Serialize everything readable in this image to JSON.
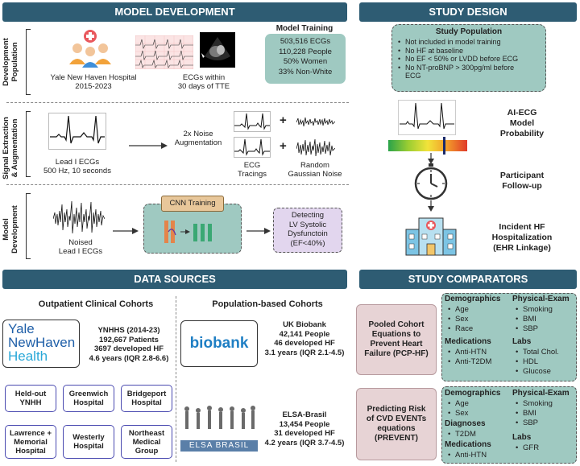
{
  "headers": {
    "model_development": "MODEL DEVELOPMENT",
    "study_design": "STUDY DESIGN",
    "data_sources": "DATA SOURCES",
    "study_comparators": "STUDY COMPARATORS"
  },
  "dev_population": {
    "side_label_1": "Development",
    "side_label_2": "Population",
    "hospital_name": "Yale New Haven Hospital",
    "hospital_years": "2015-2023",
    "ecg_caption_1": "ECGs within",
    "ecg_caption_2": "30 days of TTE",
    "training": {
      "title": "Model Training",
      "lines": [
        "503,516 ECGs",
        "110,228 People",
        "50% Women",
        "33% Non-White"
      ]
    }
  },
  "signal_extraction": {
    "side_label_1": "Signal Extraction",
    "side_label_2": "& Augmentation",
    "lead_caption_1": "Lead I ECGs",
    "lead_caption_2": "500 Hz, 10 seconds",
    "noise_aug_1": "2x Noise",
    "noise_aug_2": "Augmentation",
    "plus": "+",
    "ecg_tracings": "ECG",
    "ecg_tracings_2": "Tracings",
    "gaussian_1": "Random",
    "gaussian_2": "Gaussian Noise"
  },
  "model_dev": {
    "side_label_1": "Model",
    "side_label_2": "Development",
    "noised_1": "Noised",
    "noised_2": "Lead I ECGs",
    "cnn": "CNN Training",
    "detect_1": "Detecting",
    "detect_2": "LV Systolic",
    "detect_3": "Dysfunctoin",
    "detect_4": "(EF<40%)"
  },
  "study_design": {
    "population_title": "Study Population",
    "criteria": [
      "Not included in model training",
      "No HF at baseline",
      "No EF < 50% or LVDD before ECG",
      "No NT-proBNP > 300pg/ml before ECG"
    ],
    "ai_ecg_1": "AI-ECG",
    "ai_ecg_2": "Model",
    "ai_ecg_3": "Probability",
    "followup_1": "Participant",
    "followup_2": "Follow-up",
    "incident_1": "Incident HF",
    "incident_2": "Hospitalization",
    "incident_3": "(EHR Linkage)"
  },
  "data_sources": {
    "outpatient_title": "Outpatient Clinical Cohorts",
    "population_title": "Population-based Cohorts",
    "yale_logo": [
      "Yale",
      "NewHaven",
      "Health"
    ],
    "ynhhs": [
      "YNHHS (2014-23)",
      "192,667 Patients",
      "3697 developed HF",
      "4.6 years (IQR 2.8-6.6)"
    ],
    "sites": [
      [
        "Held-out",
        "YNHH"
      ],
      [
        "Greenwich",
        "Hospital"
      ],
      [
        "Bridgeport",
        "Hospital"
      ],
      [
        "Lawrence +",
        "Memorial",
        "Hospital"
      ],
      [
        "Westerly",
        "Hospital"
      ],
      [
        "Northeast",
        "Medical",
        "Group"
      ]
    ],
    "biobank_logo": "biobank",
    "ukb": [
      "UK Biobank",
      "42,141 People",
      "46 developed HF",
      "3.1 years (IQR 2.1-4.5)"
    ],
    "elsa_logo": "ELSA BRASIL",
    "elsa": [
      "ELSA-Brasil",
      "13,454 People",
      "31 developed HF",
      "4.2 years (IQR 3.7-4.5)"
    ]
  },
  "comparators": {
    "pcp_hf": [
      "Pooled Cohort",
      "Equations to",
      "Prevent Heart",
      "Failure (PCP-HF)"
    ],
    "prevent": [
      "Predicting Risk",
      "of CVD EVENTs",
      "equations",
      "(PREVENT)"
    ],
    "pcp_details": {
      "demographics_title": "Demographics",
      "demographics": [
        "Age",
        "Sex",
        "Race"
      ],
      "medications_title": "Medications",
      "medications": [
        "Anti-HTN",
        "Anti-T2DM"
      ],
      "exam_title": "Physical-Exam",
      "exam": [
        "Smoking",
        "BMI",
        "SBP"
      ],
      "labs_title": "Labs",
      "labs": [
        "Total Chol.",
        "HDL",
        "Glucose"
      ]
    },
    "prevent_details": {
      "demographics_title": "Demographics",
      "demographics": [
        "Age",
        "Sex"
      ],
      "diagnoses_title": "Diagnoses",
      "diagnoses": [
        "T2DM"
      ],
      "medications_title": "Medications",
      "medications": [
        "Anti-HTN"
      ],
      "exam_title": "Physical-Exam",
      "exam": [
        "Smoking",
        "BMI",
        "SBP"
      ],
      "labs_title": "Labs",
      "labs": [
        "GFR"
      ]
    }
  },
  "colors": {
    "header": "#2e5c73",
    "teal": "#9fc9c1",
    "pink": "#e7d3d5",
    "yale_blue": "#1f5fa8",
    "biobank_blue": "#1f7fc4"
  }
}
